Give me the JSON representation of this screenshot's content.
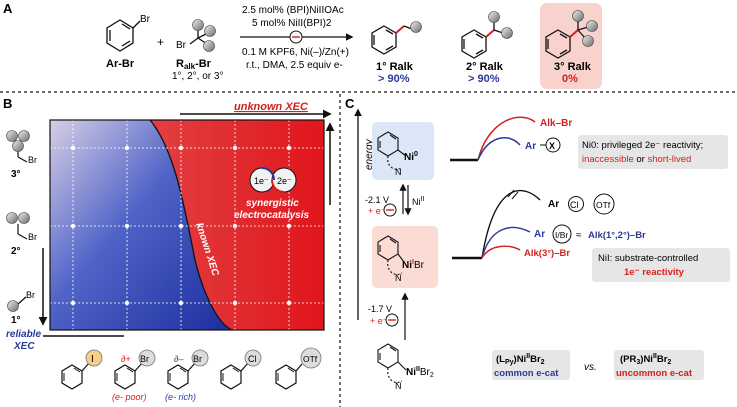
{
  "panel_a": {
    "label": "A",
    "aryl_name": "Ar-Br",
    "br": "Br",
    "plus": "+",
    "alkyl_name_prefix": "R",
    "alkyl_name_sub": "alk",
    "alkyl_name_suffix": "-Br",
    "alkyl_degrees": "1°, 2°, or 3°",
    "conditions_line1": "2.5 mol% (BPI)NiIIOAc",
    "conditions_line2": "5 mol% NiII(BPI)2",
    "conditions_line3": "0.1 M KPF6, Ni(–)/Zn(+)",
    "conditions_line4": "r.t., DMA, 2.5 equiv e-",
    "product1_label": "1° Ralk",
    "product1_yield": "> 90%",
    "product2_label": "2° Ralk",
    "product2_yield": "> 90%",
    "product3_label": "3° Ralk",
    "product3_yield": "0%",
    "colors": {
      "good": "#2a3a9a",
      "bad": "#d42020",
      "highlight": "#f8d2cc"
    }
  },
  "panel_b": {
    "label": "B",
    "unknown": "unknown XEC",
    "reliable_line1": "reliable",
    "reliable_line2": "XEC",
    "known": "known XEC",
    "synergistic_line1": "synergistic",
    "synergistic_line2": "electrocatalysis",
    "cycle1": "1e⁻",
    "cycle2": "2e⁻",
    "deg3": "3°",
    "deg2": "2°",
    "deg1": "1°",
    "br": "Br",
    "arenes": [
      {
        "sub": "I",
        "tag": ""
      },
      {
        "sub": "Br",
        "tag": "(e- poor)"
      },
      {
        "sub": "Br",
        "tag": "(e- rich)"
      },
      {
        "sub": "Cl",
        "tag": ""
      },
      {
        "sub": "OTf",
        "tag": ""
      }
    ],
    "delta_plus": "∂+",
    "delta_minus": "∂–",
    "colors": {
      "red": "#e02525",
      "blue": "#2638a6"
    }
  },
  "panel_c": {
    "label": "C",
    "energy_axis": "energy",
    "ni0": "Ni0",
    "ni1": "NiIBr",
    "ni2": "NiIIBr2",
    "ni2_label": "NiII",
    "potential1": "-2.1 V",
    "potential1_e": "+ e⁻",
    "potential2": "-1.7 V",
    "potential2_e": "+ e⁻",
    "top_alk": "Alk–Br",
    "top_ar": "Ar",
    "top_x": "X",
    "ni0_note_line1": "Ni0: privileged 2e⁻ reactivity;",
    "ni0_note_line2a": "inaccessible",
    "ni0_note_line2b": " or ",
    "ni0_note_line2c": "short-lived",
    "mid_ar1": "Ar",
    "mid_cl": "Cl",
    "mid_otf": "OTf",
    "mid_ar2": "Ar",
    "mid_ibr": "I/Br",
    "mid_approx": "≈",
    "mid_alk12": "Alk(1°,2°)–Br",
    "mid_alk3": "Alk(3°)–Br",
    "ni1_note_line1": "NiI: substrate-controlled",
    "ni1_note_line2": "1e⁻ reactivity",
    "bottom_l": "(LPy)NiIIBr2",
    "bottom_l_sub": "common e-cat",
    "vs": "vs.",
    "bottom_r": "(PR3)NiIIBr2",
    "bottom_r_sub": "uncommon e-cat",
    "colors": {
      "red": "#d42020",
      "blue": "#2a3a9a",
      "ni0_box": "#dbe7f6",
      "ni1_box": "#fadcd4",
      "note_box": "#e6e6e6"
    }
  }
}
